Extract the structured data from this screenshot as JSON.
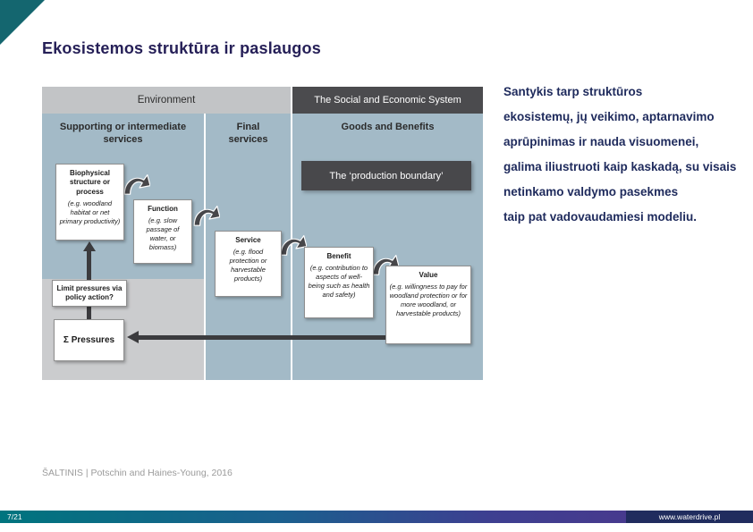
{
  "slide": {
    "title": "Ekosistemos struktūra ir paslaugos",
    "description_lines": [
      "Santykis tarp struktūros",
      "ekosistemų, jų veikimo, aptarnavimo",
      "aprūpinimas ir nauda visuomenei,",
      "galima iliustruoti kaip kaskadą, su visais",
      "netinkamo valdymo pasekmes",
      "taip pat vadovaudamiesi modeliu."
    ],
    "source": "ŠALTINIS | Potschin and Haines-Young, 2016",
    "footer": {
      "page": "7/21",
      "website": "www.waterdrive.pl"
    }
  },
  "diagram": {
    "headers": {
      "environment": "Environment",
      "social": "The Social and Economic  System"
    },
    "columns": {
      "supporting": "Supporting or intermediate services",
      "final": "Final services",
      "goods": "Goods and Benefits"
    },
    "production_boundary": "The ‘production boundary’",
    "boxes": {
      "biophysical": {
        "title": "Biophysical structure or process",
        "example": "(e.g. woodland habitat or net primary productivity)"
      },
      "function": {
        "title": "Function",
        "example": "(e.g. slow passage of water, or biomass)"
      },
      "service": {
        "title": "Service",
        "example": "(e.g. flood protection or harvestable products)"
      },
      "benefit": {
        "title": "Benefit",
        "example": "(e.g. contribution to aspects of well-being such as health and safety)"
      },
      "value": {
        "title": "Value",
        "example": "(e.g. willingness to pay for woodland protection or for more woodland, or harvestable products)"
      },
      "limit_pressures": "Limit pressures via policy action?",
      "pressures": "Σ Pressures"
    },
    "icons": {
      "cascade_arrow": "curved-swoosh-arrow",
      "feedback_arrow": "long-left-arrow",
      "pressure_arrow": "up-arrow"
    }
  },
  "colors": {
    "accent_teal": "#14666f",
    "title_navy": "#251f57",
    "text_navy": "#1e2a5c",
    "column_blue": "#a3bac7",
    "panel_gray": "#cbccce",
    "dark_header": "#4b4b4e",
    "arrow_dark": "#3b3b3e",
    "footer_gradient_start": "#00747e",
    "footer_gradient_end": "#473a8e",
    "footer_navy": "#202c5e"
  }
}
